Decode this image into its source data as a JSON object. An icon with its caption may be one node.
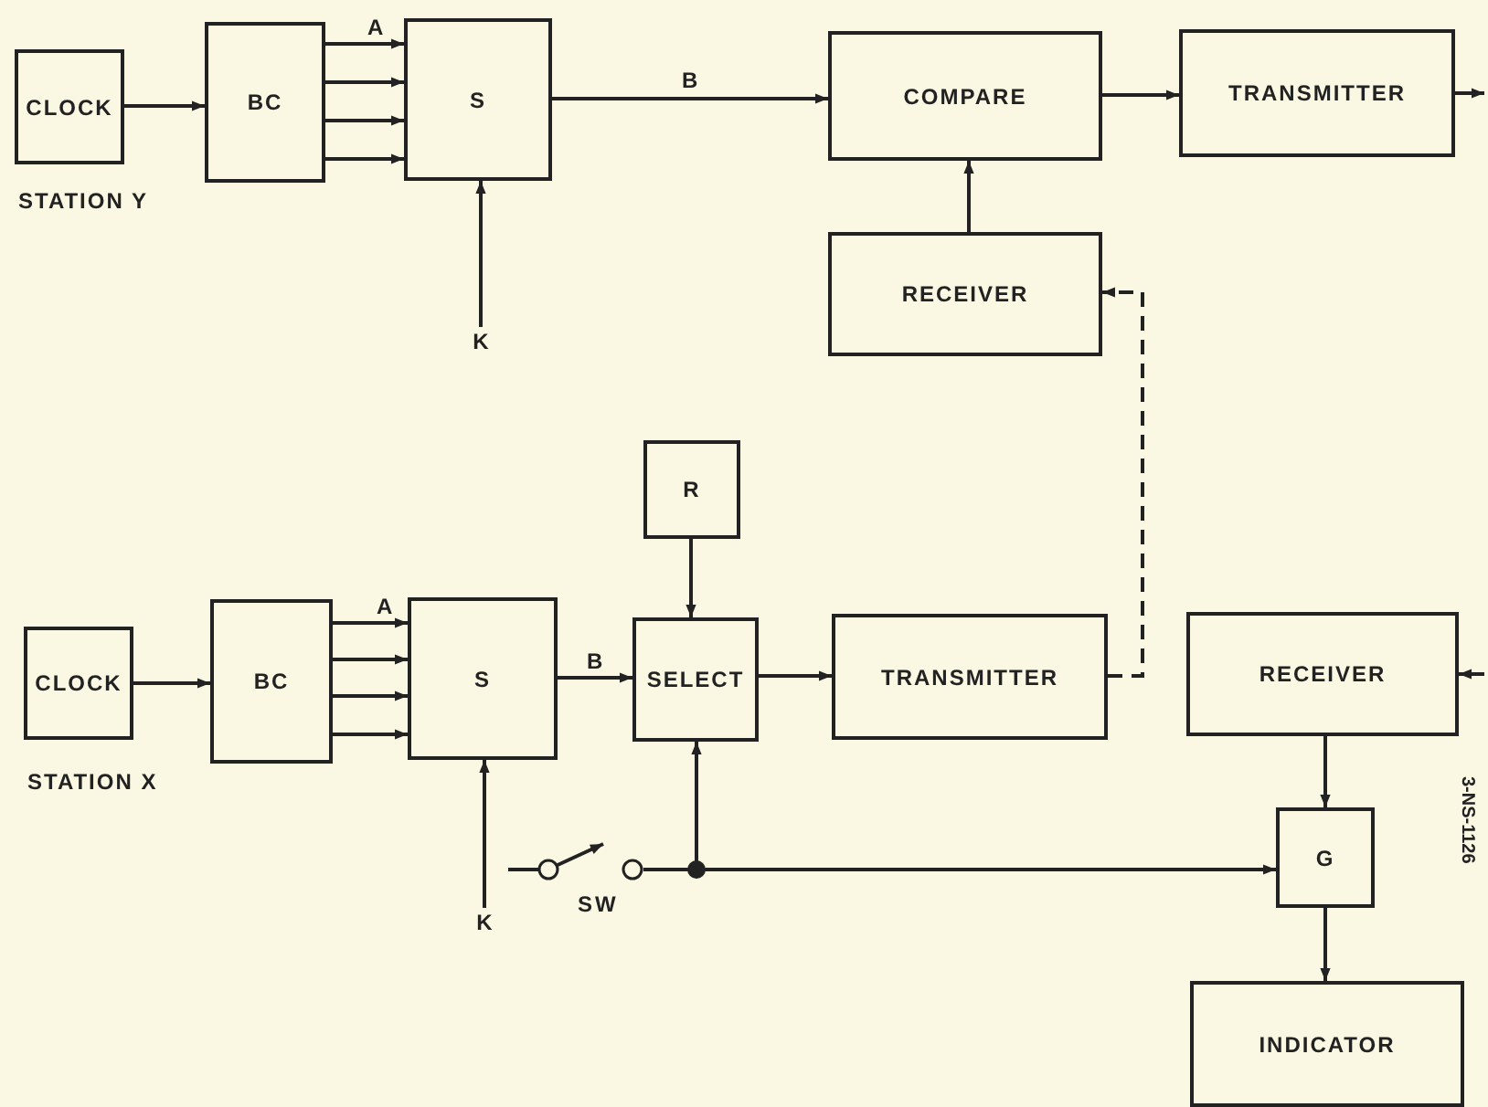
{
  "diagram": {
    "nodes": [
      {
        "text": [
          "CLOCK"
        ],
        "beside": [
          "STATION Y"
        ]
      },
      {
        "text": [
          "BC"
        ]
      },
      {
        "text": [
          "S"
        ]
      },
      {
        "text": [
          "COMPARE"
        ]
      },
      {
        "text": [
          "TRANSMITTER"
        ]
      },
      {
        "text": [
          "RECEIVER"
        ]
      },
      {
        "text": [
          "K"
        ]
      },
      {
        "text": [
          "CLOCK"
        ],
        "beside": [
          "STATION X"
        ]
      },
      {
        "text": [
          "BC"
        ]
      },
      {
        "text": [
          "S"
        ]
      },
      {
        "text": [
          "R"
        ]
      },
      {
        "text": [
          "SELECT"
        ]
      },
      {
        "text": [
          "TRANSMITTER"
        ]
      },
      {
        "text": [
          "RECEIVER"
        ]
      },
      {
        "text": [
          "G"
        ]
      },
      {
        "text": [
          "INDICATOR"
        ]
      },
      {
        "text": [
          "K"
        ]
      },
      {
        "text": [],
        "shape": "switch",
        "beside": [
          "SW"
        ]
      }
    ],
    "edges": [
      {
        "from": 0,
        "to": 1,
        "arrow": "to"
      },
      {
        "from": 1,
        "to": 2,
        "arrow": "to",
        "label": "A"
      },
      {
        "from": 1,
        "to": 2,
        "arrow": "to"
      },
      {
        "from": 1,
        "to": 2,
        "arrow": "to"
      },
      {
        "from": 1,
        "to": 2,
        "arrow": "to"
      },
      {
        "from": 2,
        "to": 3,
        "arrow": "to",
        "label": "B"
      },
      {
        "from": 3,
        "to": 4,
        "arrow": "to"
      },
      {
        "from": 4,
        "to": null,
        "arrow": "to"
      },
      {
        "from": 5,
        "to": 3,
        "arrow": "to"
      },
      {
        "from": 6,
        "to": 2,
        "arrow": "to"
      },
      {
        "from": 12,
        "to": 5,
        "arrow": "to",
        "style": "dashed"
      },
      {
        "from": 7,
        "to": 8,
        "arrow": "to"
      },
      {
        "from": 8,
        "to": 9,
        "arrow": "to",
        "label": "A"
      },
      {
        "from": 8,
        "to": 9,
        "arrow": "to"
      },
      {
        "from": 8,
        "to": 9,
        "arrow": "to"
      },
      {
        "from": 8,
        "to": 9,
        "arrow": "to"
      },
      {
        "from": 9,
        "to": 11,
        "arrow": "to",
        "label": "B"
      },
      {
        "from": 10,
        "to": 11,
        "arrow": "to"
      },
      {
        "from": 11,
        "to": 12,
        "arrow": "to"
      },
      {
        "from": null,
        "to": 13,
        "arrow": "to"
      },
      {
        "from": 13,
        "to": 14,
        "arrow": "to"
      },
      {
        "from": 14,
        "to": 15,
        "arrow": "to"
      },
      {
        "from": 16,
        "to": 9,
        "arrow": "to"
      },
      {
        "from": 17,
        "to": 11,
        "arrow": "to"
      },
      {
        "from": 17,
        "to": 14,
        "arrow": "to"
      }
    ],
    "labels": [
      "3-NS-1126"
    ]
  }
}
